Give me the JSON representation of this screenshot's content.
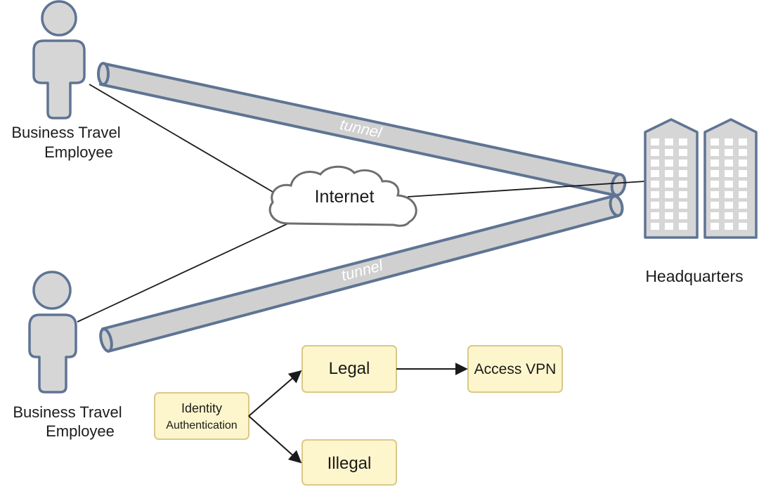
{
  "diagram": {
    "employee_top": {
      "line1": "Business Travel",
      "line2": "Employee"
    },
    "employee_bottom": {
      "line1": "Business Travel",
      "line2": "Employee"
    },
    "internet": {
      "label": "Internet"
    },
    "tunnels": [
      {
        "label": "tunnel"
      },
      {
        "label": "tunnel"
      }
    ],
    "headquarters": {
      "label": "Headquarters"
    },
    "flow": {
      "identity": {
        "line1": "Identity",
        "line2": "Authentication"
      },
      "legal": {
        "label": "Legal"
      },
      "illegal": {
        "label": "Illegal"
      },
      "access": {
        "label": "Access VPN"
      }
    }
  },
  "colors": {
    "figure_fill": "#d6d6d6",
    "figure_stroke": "#5f7494",
    "tunnel_fill": "#d0d0d0",
    "tunnel_stroke": "#5f7494",
    "box_fill": "#fdf6cc",
    "box_stroke": "#d8c98a",
    "line": "#1a1a1a"
  }
}
